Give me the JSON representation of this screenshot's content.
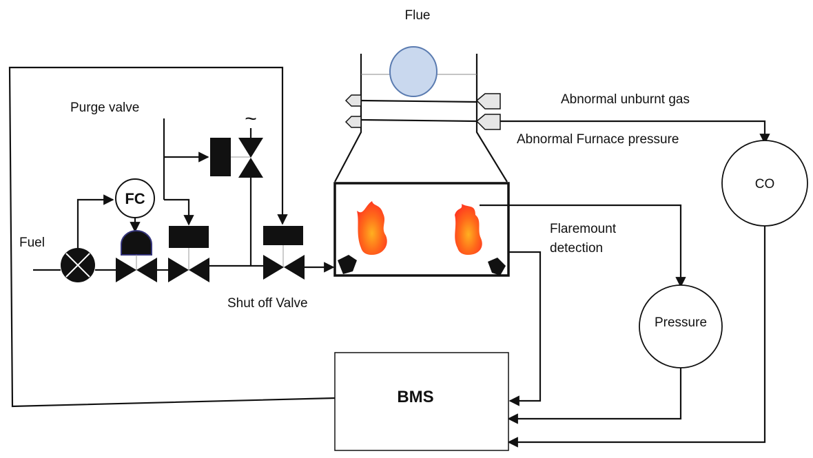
{
  "labels": {
    "flue": "Flue",
    "purge_valve": "Purge valve",
    "fuel": "Fuel",
    "fc": "FC",
    "shut_off_valve": "Shut off Valve",
    "abnormal_unburnt_gas": "Abnormal unburnt gas",
    "abnormal_furnace_pressure": "Abnormal Furnace pressure",
    "flaremount_line1": "Flaremount",
    "flaremount_line2": "detection",
    "co": "CO",
    "pressure": "Pressure",
    "bms": "BMS",
    "tilde": "~"
  },
  "colors": {
    "line": "#111111",
    "damper_fill": "#c9d8ee",
    "damper_stroke": "#5a7bb0",
    "flame_outer": "#ff7a1a",
    "flame_inner": "#ff4a2a",
    "flame_core": "#ffb020",
    "sensor_fill": "#e6e6e6"
  }
}
